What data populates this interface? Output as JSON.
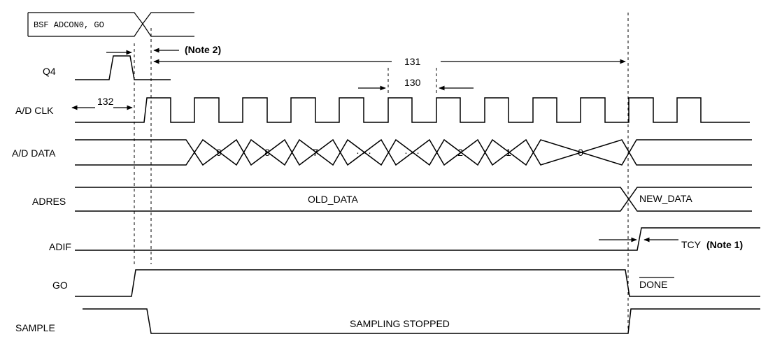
{
  "instruction": "BSF ADCON0, GO",
  "signals": {
    "q4": "Q4",
    "ad_clk": "A/D CLK",
    "ad_data": "A/D DATA",
    "adres": "ADRES",
    "adif": "ADIF",
    "go": "GO",
    "sample": "SAMPLE"
  },
  "data_bits": [
    "9",
    "8",
    "7",
    "· · ·",
    "· · ·",
    "2",
    "1",
    "0"
  ],
  "adres_values": {
    "old": "OLD_DATA",
    "new": "NEW_DATA"
  },
  "go_after": "DONE",
  "sample_state": "SAMPLING STOPPED",
  "params": {
    "p130": "130",
    "p131": "131",
    "p132": "132"
  },
  "notes": {
    "note2": "(Note 2)",
    "tcy": "TCY",
    "note1": "(Note 1)"
  }
}
